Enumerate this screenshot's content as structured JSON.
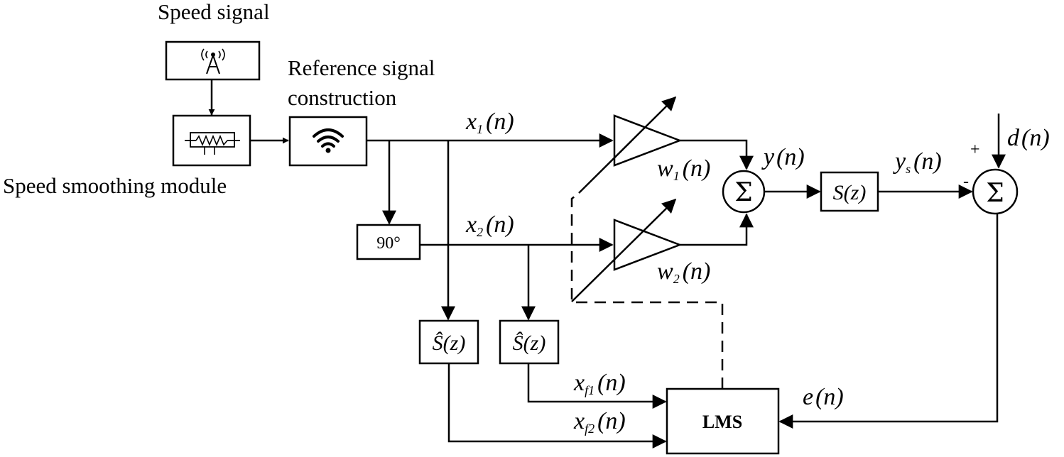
{
  "labels": {
    "speed_signal": "Speed signal",
    "reference_line1": "Reference signal",
    "reference_line2": "construction",
    "smoothing": "Speed smoothing module",
    "phase_shift": "90°",
    "lms": "LMS",
    "plus": "+",
    "minus": "-",
    "sigma": "Σ"
  },
  "signals": {
    "x1": {
      "base": "x",
      "sub": "1",
      "arg": "(n)"
    },
    "x2": {
      "base": "x",
      "sub": "2",
      "arg": "(n)"
    },
    "w1": {
      "base": "w",
      "sub": "1",
      "arg": "(n)"
    },
    "w2": {
      "base": "w",
      "sub": "2",
      "arg": "(n)"
    },
    "y": {
      "base": "y",
      "arg": "(n)"
    },
    "ys": {
      "base": "y",
      "sub": "s",
      "arg": "(n)"
    },
    "d": {
      "base": "d",
      "arg": "(n)"
    },
    "e": {
      "base": "e",
      "arg": "(n)"
    },
    "xf1": {
      "base": "x",
      "sub": "f1",
      "arg": "(n)"
    },
    "xf2": {
      "base": "x",
      "sub": "f2",
      "arg": "(n)"
    }
  },
  "blocks": {
    "sz": {
      "base": "S",
      "arg": "(z)"
    },
    "shat1": {
      "base": "Ŝ",
      "arg": "(z)"
    },
    "shat2": {
      "base": "Ŝ",
      "arg": "(z)"
    }
  }
}
